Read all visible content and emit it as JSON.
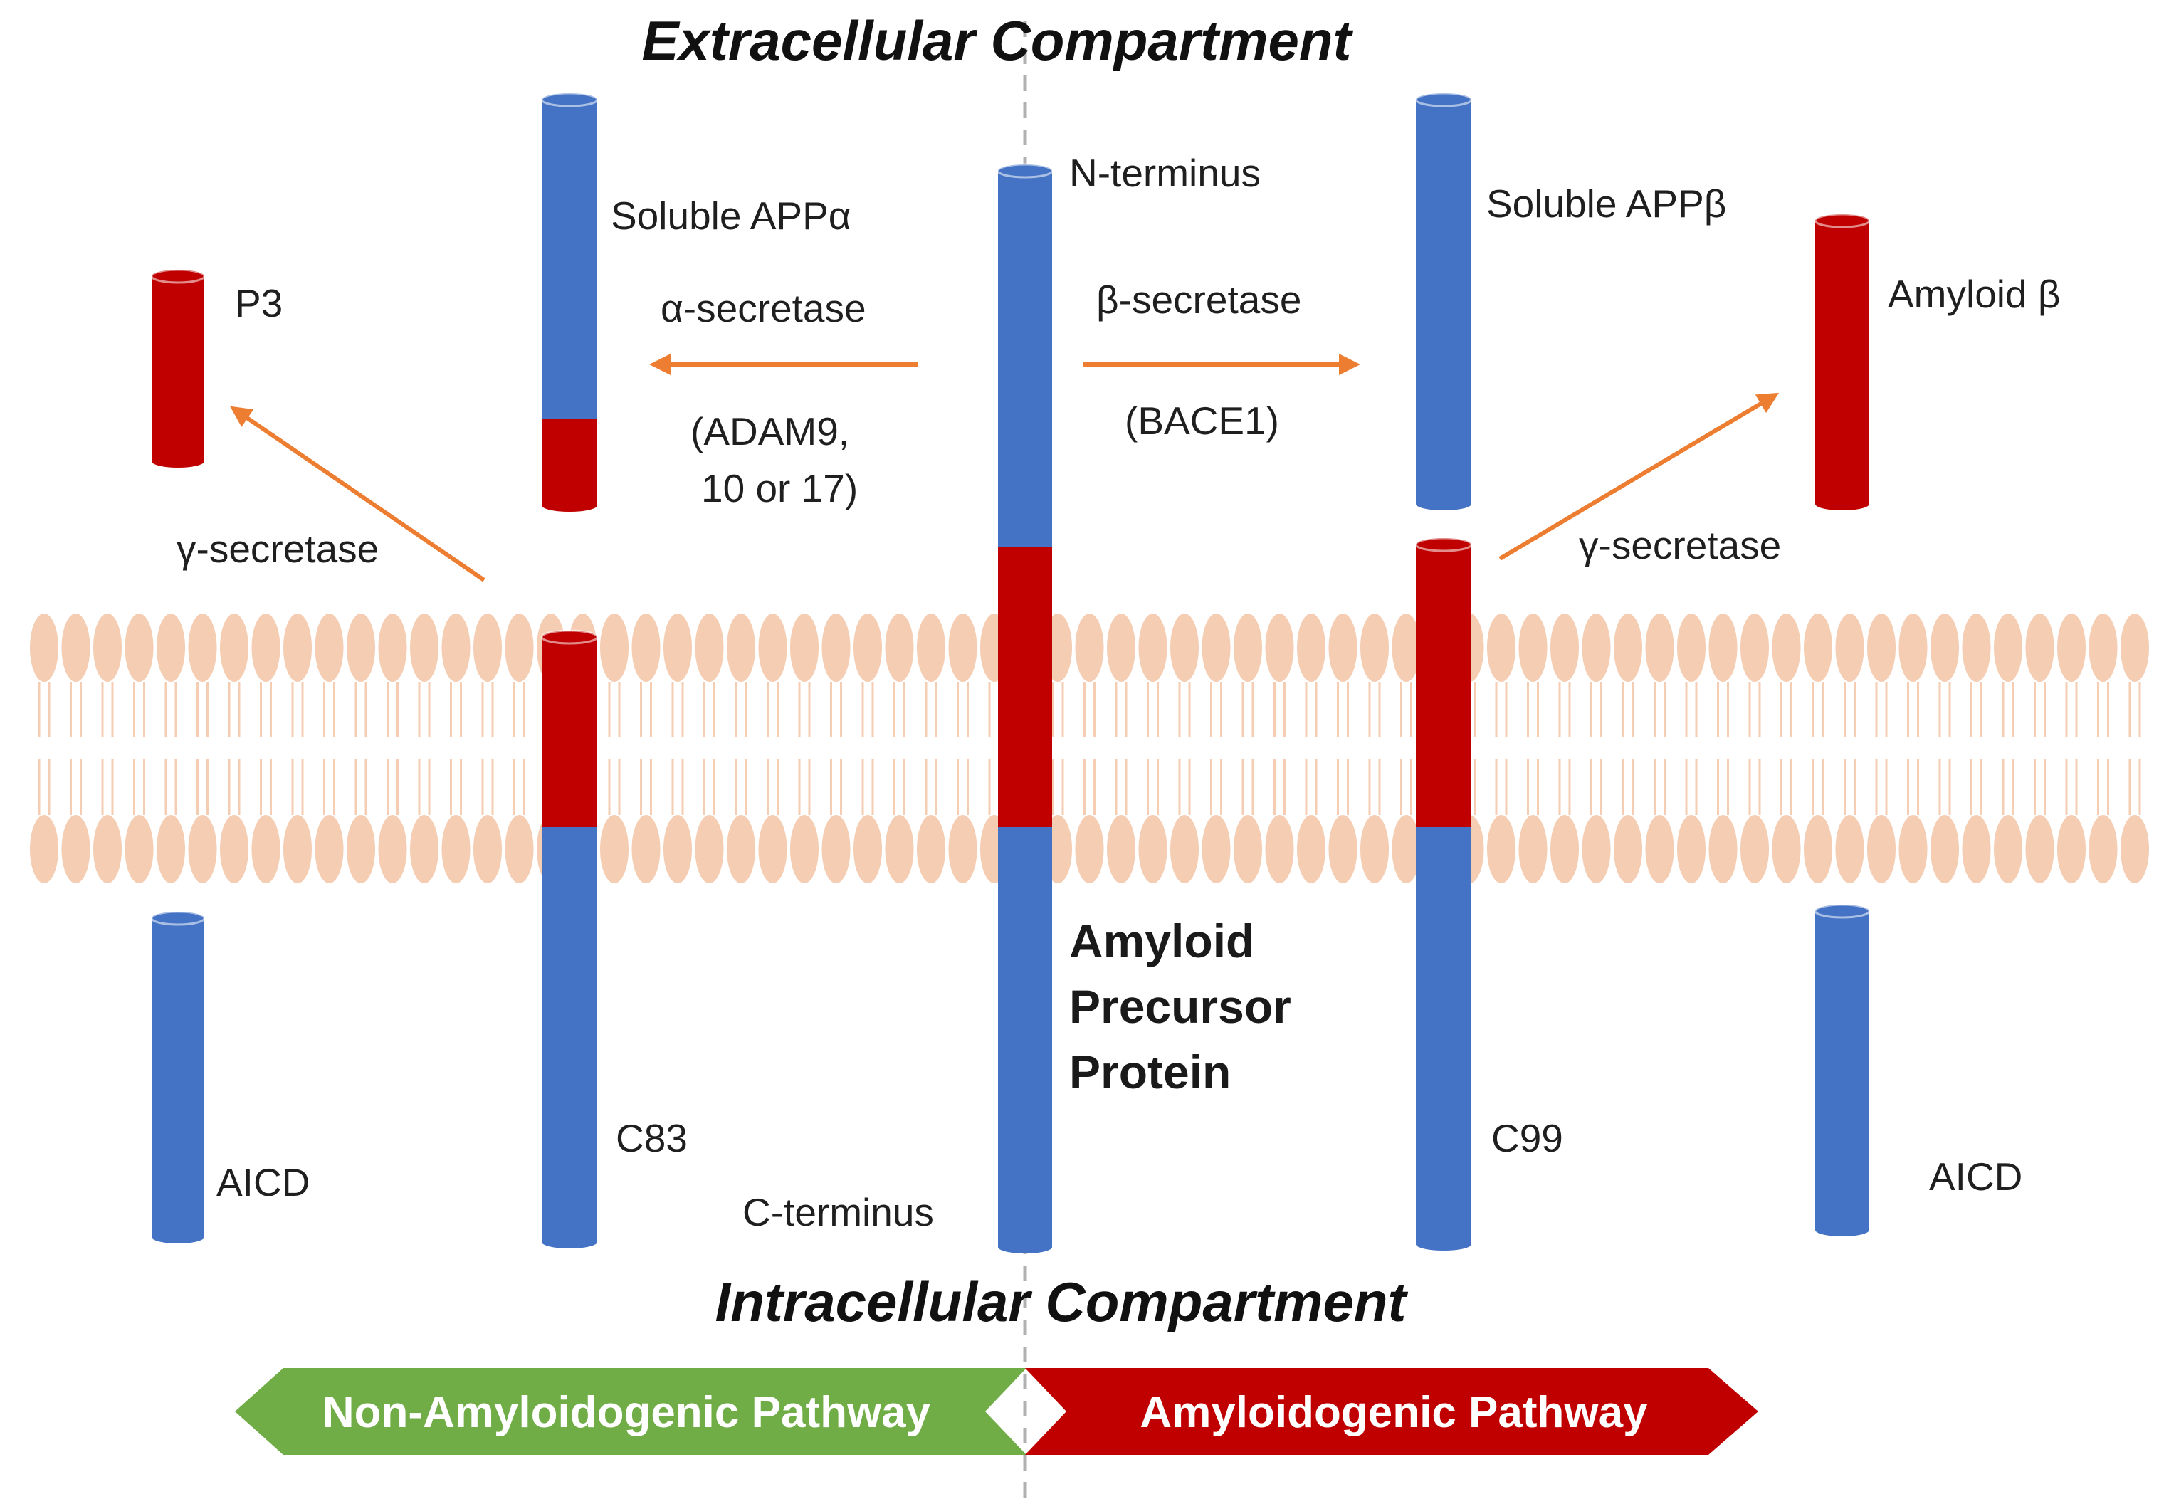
{
  "compartments": {
    "extracellular": "Extracellular Compartment",
    "intracellular": "Intracellular Compartment"
  },
  "labels": {
    "n_terminus": "N-terminus",
    "c_terminus": "C-terminus",
    "soluble_app_alpha": "Soluble APPα",
    "soluble_app_beta": "Soluble APPβ",
    "alpha_secretase": "α-secretase",
    "alpha_enzymes_line1": "(ADAM9,",
    "alpha_enzymes_line2": "10 or 17)",
    "beta_secretase": "β-secretase",
    "beta_enzyme": "(BACE1)",
    "gamma_secretase_left": "γ-secretase",
    "gamma_secretase_right": "γ-secretase",
    "p3": "P3",
    "amyloid_beta": "Amyloid β",
    "c83": "C83",
    "c99": "C99",
    "aicd_left": "AICD",
    "aicd_right": "AICD",
    "app_line1": "Amyloid",
    "app_line2": "Precursor",
    "app_line3": "Protein"
  },
  "pathways": {
    "non_amyloidogenic": "Non-Amyloidogenic Pathway",
    "amyloidogenic": "Amyloidogenic Pathway"
  },
  "colors": {
    "blue": "#4472c4",
    "red": "#c00000",
    "membrane": "#f4cdb2",
    "arrow": "#ed7d31",
    "green": "#70ad47",
    "dark_red": "#c00000"
  }
}
